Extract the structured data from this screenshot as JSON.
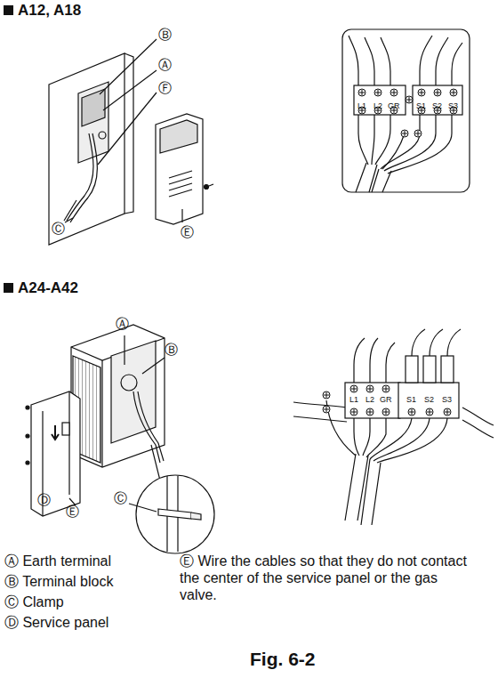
{
  "diagram": {
    "caption": "Fig. 6-2",
    "labels": [
      "A12, A18",
      "A24-A42",
      "Ⓑ",
      "Ⓐ",
      "Ⓕ",
      "Ⓒ",
      "Ⓔ",
      "L1",
      "L2",
      "GR",
      "S1",
      "S2",
      "S3",
      "Ⓐ",
      "Ⓑ",
      "Ⓓ",
      "Ⓔ",
      "Ⓒ",
      "L1",
      "L2",
      "GR",
      "S1",
      "S2",
      "S3",
      "Ⓐ Earth terminal",
      "Ⓑ Terminal block",
      "Ⓒ Clamp",
      "Ⓓ Service panel",
      "Ⓔ Wire the cables so that they do not contact the center of the service panel or the gas valve."
    ]
  }
}
